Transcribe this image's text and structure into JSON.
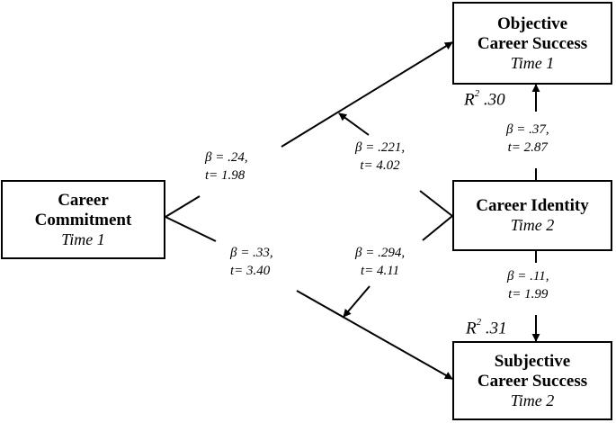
{
  "nodes": {
    "career_commitment": {
      "line1": "Career",
      "line2": "Commitment",
      "sub": "Time 1"
    },
    "objective": {
      "line1": "Objective",
      "line2": "Career Success",
      "sub": "Time 1"
    },
    "career_identity": {
      "line1": "Career Identity",
      "sub": "Time 2"
    },
    "subjective": {
      "line1": "Subjective",
      "line2": "Career Success",
      "sub": "Time 2"
    }
  },
  "paths": {
    "cc_to_objective": {
      "beta": "β = .24,",
      "t": "t= 1.98"
    },
    "cc_to_subjective": {
      "beta": "β = .33,",
      "t": "t= 3.40"
    },
    "ci_to_cc_objective": {
      "beta": "β = .221,",
      "t": "t= 4.02"
    },
    "ci_to_cc_subjective": {
      "beta": "β = .294,",
      "t": "t= 4.11"
    },
    "ci_to_objective": {
      "beta": "β = .37,",
      "t": "t= 2.87"
    },
    "ci_to_subjective": {
      "beta": "β = .11,",
      "t": "t= 1.99"
    }
  },
  "r_squared": {
    "objective": {
      "symbol": "R",
      "exp": "2",
      "value": " .30"
    },
    "subjective": {
      "symbol": "R",
      "exp": "2",
      "value": " .31"
    }
  }
}
